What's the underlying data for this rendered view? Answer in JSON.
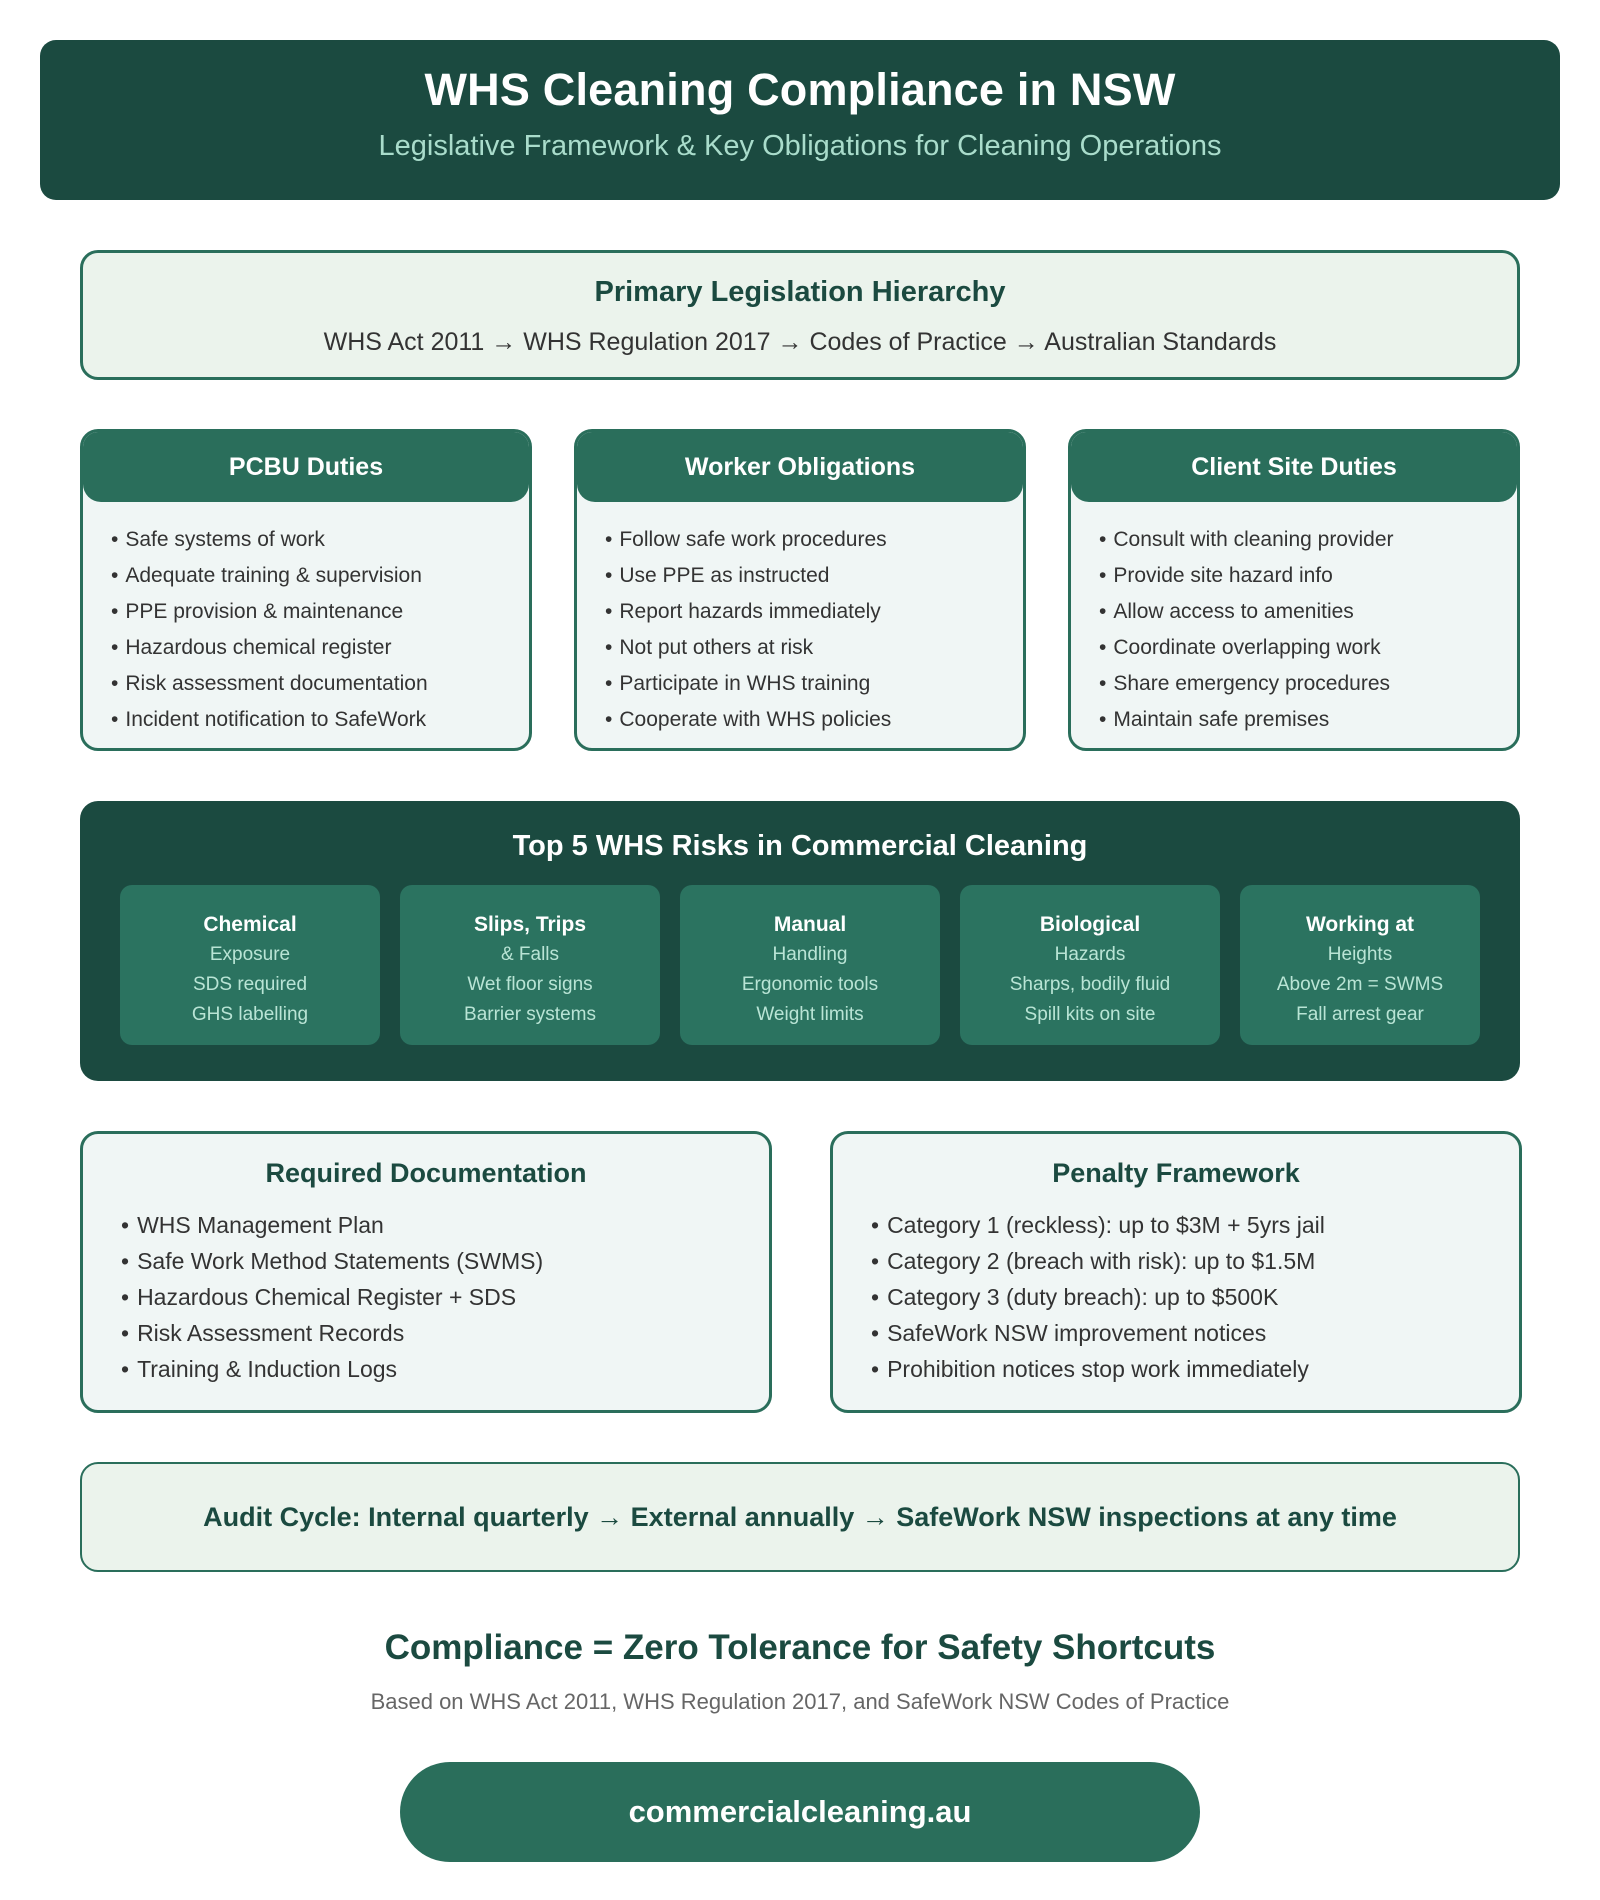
{
  "header": {
    "title": "WHS Cleaning Compliance in NSW",
    "subtitle": "Legislative Framework & Key Obligations for Cleaning Operations"
  },
  "hierarchy": {
    "title": "Primary Legislation Hierarchy",
    "chain": "WHS Act 2011 → WHS Regulation 2017 → Codes of Practice → Australian Standards"
  },
  "duty_cards": [
    {
      "title": "PCBU Duties",
      "items": [
        "Safe systems of work",
        "Adequate training & supervision",
        "PPE provision & maintenance",
        "Hazardous chemical register",
        "Risk assessment documentation",
        "Incident notification to SafeWork"
      ]
    },
    {
      "title": "Worker Obligations",
      "items": [
        "Follow safe work procedures",
        "Use PPE as instructed",
        "Report hazards immediately",
        "Not put others at risk",
        "Participate in WHS training",
        "Cooperate with WHS policies"
      ]
    },
    {
      "title": "Client Site Duties",
      "items": [
        "Consult with cleaning provider",
        "Provide site hazard info",
        "Allow access to amenities",
        "Coordinate overlapping work",
        "Share emergency procedures",
        "Maintain safe premises"
      ]
    }
  ],
  "risks": {
    "title": "Top 5 WHS Risks in Commercial Cleaning",
    "tiles": [
      {
        "title": "Chemical",
        "lines": [
          "Exposure",
          "SDS required",
          "GHS labelling"
        ]
      },
      {
        "title": "Slips, Trips",
        "lines": [
          "& Falls",
          "Wet floor signs",
          "Barrier systems"
        ]
      },
      {
        "title": "Manual",
        "lines": [
          "Handling",
          "Ergonomic tools",
          "Weight limits"
        ]
      },
      {
        "title": "Biological",
        "lines": [
          "Hazards",
          "Sharps, bodily fluid",
          "Spill kits on site"
        ]
      },
      {
        "title": "Working at",
        "lines": [
          "Heights",
          "Above 2m = SWMS",
          "Fall arrest gear"
        ]
      }
    ]
  },
  "documentation": {
    "title": "Required Documentation",
    "items": [
      "WHS Management Plan",
      "Safe Work Method Statements (SWMS)",
      "Hazardous Chemical Register + SDS",
      "Risk Assessment Records",
      "Training & Induction Logs"
    ]
  },
  "penalties": {
    "title": "Penalty Framework",
    "items": [
      "Category 1 (reckless): up to $3M + 5yrs jail",
      "Category 2 (breach with risk): up to $1.5M",
      "Category 3 (duty breach): up to $500K",
      "SafeWork NSW improvement notices",
      "Prohibition notices stop work immediately"
    ]
  },
  "audit": {
    "text": "Audit Cycle: Internal quarterly → External annually → SafeWork NSW inspections at any time"
  },
  "footer": {
    "tagline": "Compliance = Zero Tolerance for Safety Shortcuts",
    "source": "Based on WHS Act 2011, WHS Regulation 2017, and SafeWork NSW Codes of Practice",
    "website": "commercialcleaning.au"
  },
  "colors": {
    "dark_green": "#1b4a40",
    "mid_green": "#2a6e5b",
    "light_panel": "#ebf3ec",
    "subtitle_mint": "#a9dccb"
  }
}
